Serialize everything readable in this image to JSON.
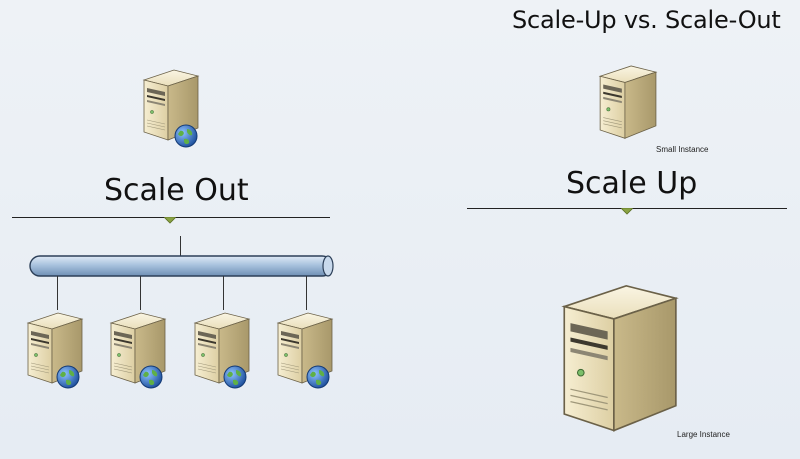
{
  "title": "Scale-Up vs. Scale-Out",
  "scale_out": {
    "heading": "Scale Out",
    "server_count": 4
  },
  "scale_up": {
    "heading": "Scale Up",
    "small_label": "Small Instance",
    "large_label": "Large Instance"
  },
  "colors": {
    "background": "#eef2f6",
    "server_body": "#e8dcb6",
    "server_side": "#b9aa7c",
    "bus_pipe": "#a9c3de",
    "arrow_marker": "#8aa343",
    "globe": "#2a5fb0"
  },
  "icons": [
    "server-icon",
    "web-server-icon",
    "globe-icon",
    "network-bus-icon"
  ]
}
